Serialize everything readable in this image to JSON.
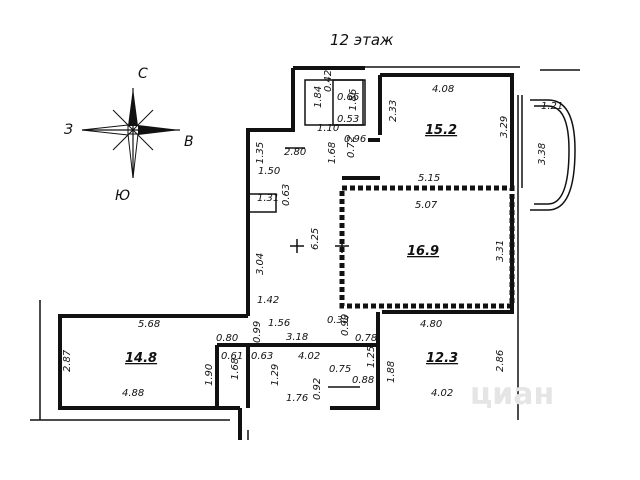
{
  "title": "12 этаж",
  "compass": {
    "north": "С",
    "south": "Ю",
    "west": "З",
    "east": "В"
  },
  "rooms": [
    {
      "id": "r1",
      "area": "15.2"
    },
    {
      "id": "r2",
      "area": "16.9"
    },
    {
      "id": "r3",
      "area": "14.8"
    },
    {
      "id": "r4",
      "area": "12.3"
    }
  ],
  "dims": [
    "4.08",
    "2.33",
    "3.29",
    "5.15",
    "1.21",
    "3.38",
    "1.84",
    "0.42",
    "0.66",
    "1.86",
    "0.53",
    "1.10",
    "0.96",
    "0.72",
    "1.68",
    "1.35",
    "2.80",
    "1.50",
    "1.31",
    "0.63",
    "5.07",
    "6.25",
    "3.31",
    "3.04",
    "1.42",
    "5.68",
    "0.80",
    "0.99",
    "1.56",
    "0.33",
    "0.99",
    "0.78",
    "4.80",
    "3.18",
    "2.87",
    "0.61",
    "0.63",
    "4.02",
    "1.25",
    "1.88",
    "2.86",
    "1.68",
    "1.90",
    "1.29",
    "0.75",
    "0.88",
    "4.88",
    "1.76",
    "0.92",
    "4.02"
  ],
  "watermark": "циан"
}
